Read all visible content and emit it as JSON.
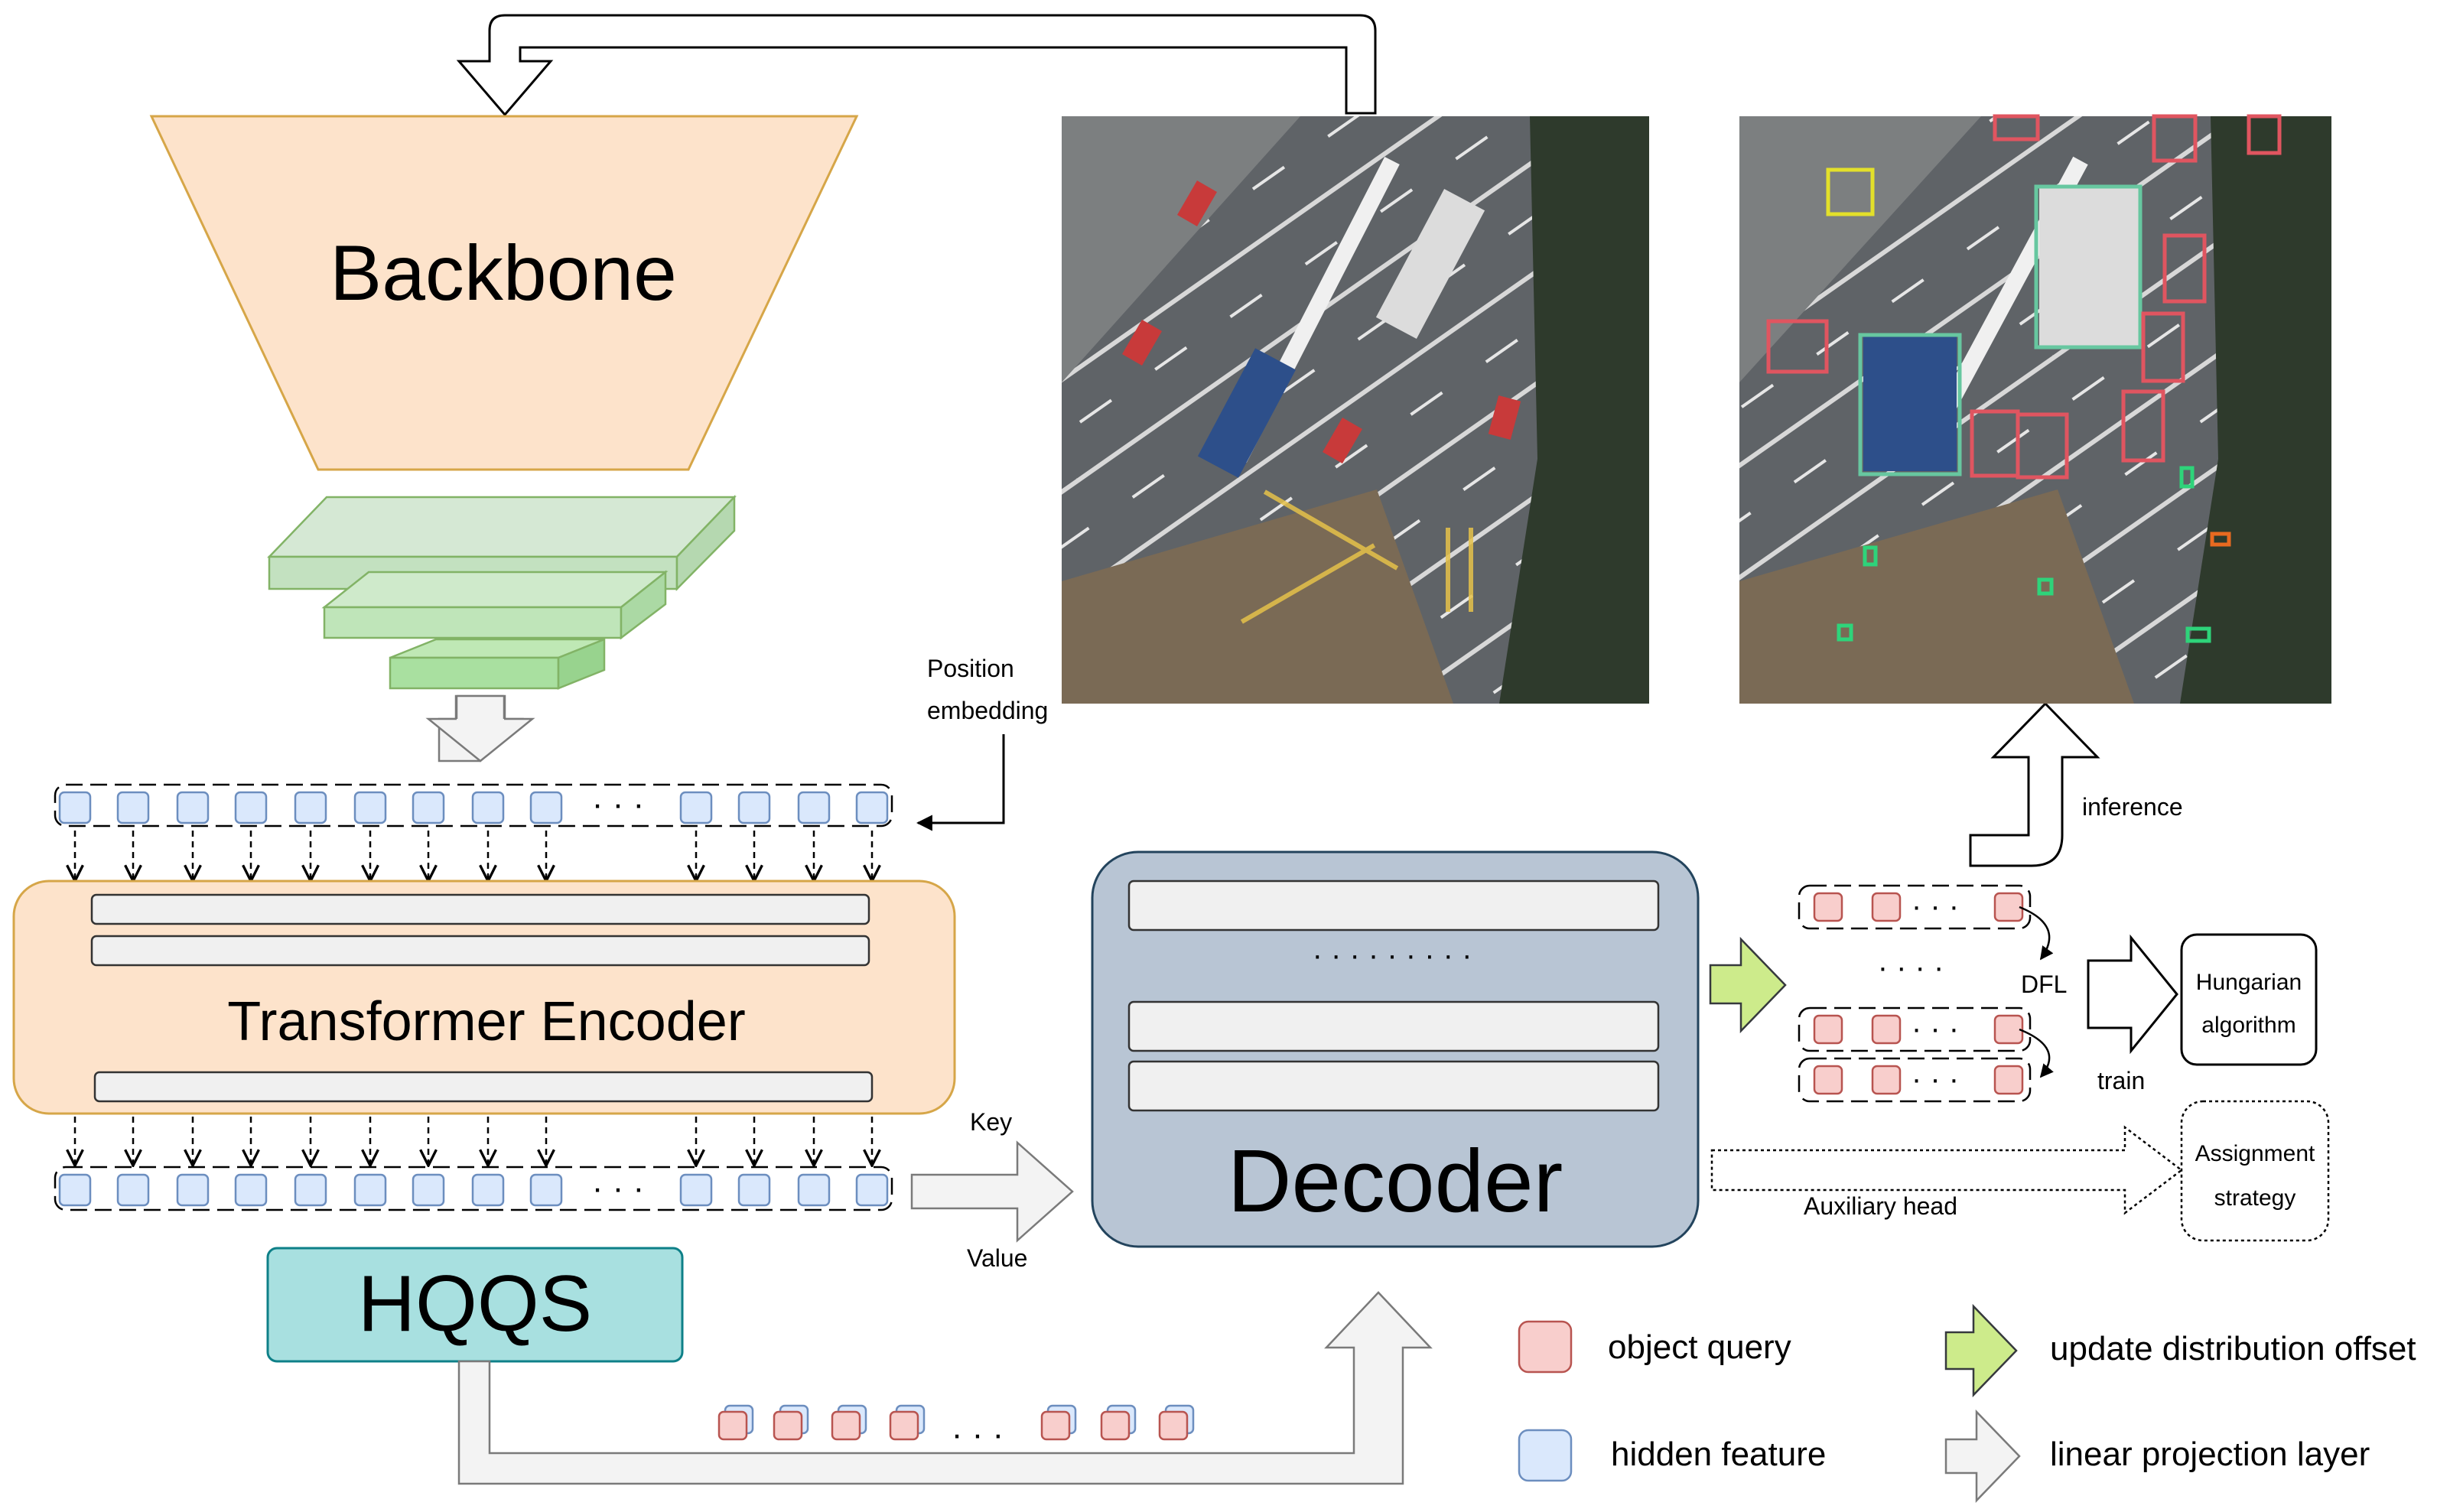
{
  "blocks": {
    "backbone": "Backbone",
    "encoder": "Transformer Encoder",
    "decoder": "Decoder",
    "hqqs": "HQQS",
    "hungarian": "Hungarian algorithm",
    "assignment": "Assignment strategy"
  },
  "edge_labels": {
    "position_embedding": "Position embedding",
    "key": "Key",
    "value": "Value",
    "inference": "inference",
    "dfl": "DFL",
    "train": "train",
    "auxiliary_head": "Auxiliary head",
    "ellipsis": "· · ·",
    "decoder_dots": "· · · · · · · · ·",
    "query_dots": "· · · ·"
  },
  "legend": [
    {
      "key": "object_query",
      "label": "object query",
      "swatch": "red-square"
    },
    {
      "key": "update_offset",
      "label": "update distribution offset",
      "swatch": "green-arrow"
    },
    {
      "key": "hidden_feature",
      "label": "hidden feature",
      "swatch": "blue-square"
    },
    {
      "key": "linear_projection",
      "label": "linear projection layer",
      "swatch": "white-arrow"
    }
  ],
  "colors": {
    "backbone_fill": "#fde3cb",
    "backbone_stroke": "#d6a648",
    "feature_green": "#bde3b5",
    "encoder_fill": "#fde3cb",
    "decoder_fill": "#b8c5d4",
    "hqqs_fill": "#a8e0e0",
    "hidden_fill": "#dae8fc",
    "hidden_stroke": "#6c8ebf",
    "query_fill": "#f8cecc",
    "query_stroke": "#b85450",
    "update_arrow": "#cdeb8b",
    "layer_fill": "#f0f0f0"
  }
}
